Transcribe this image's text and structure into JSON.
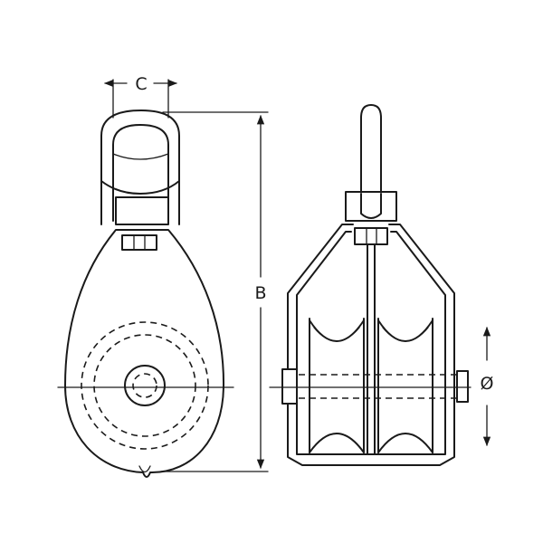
{
  "labels": {
    "c": "C",
    "b": "B",
    "phi": "Ø"
  },
  "colors": {
    "line": "#1a1a1a",
    "background": "#ffffff"
  }
}
